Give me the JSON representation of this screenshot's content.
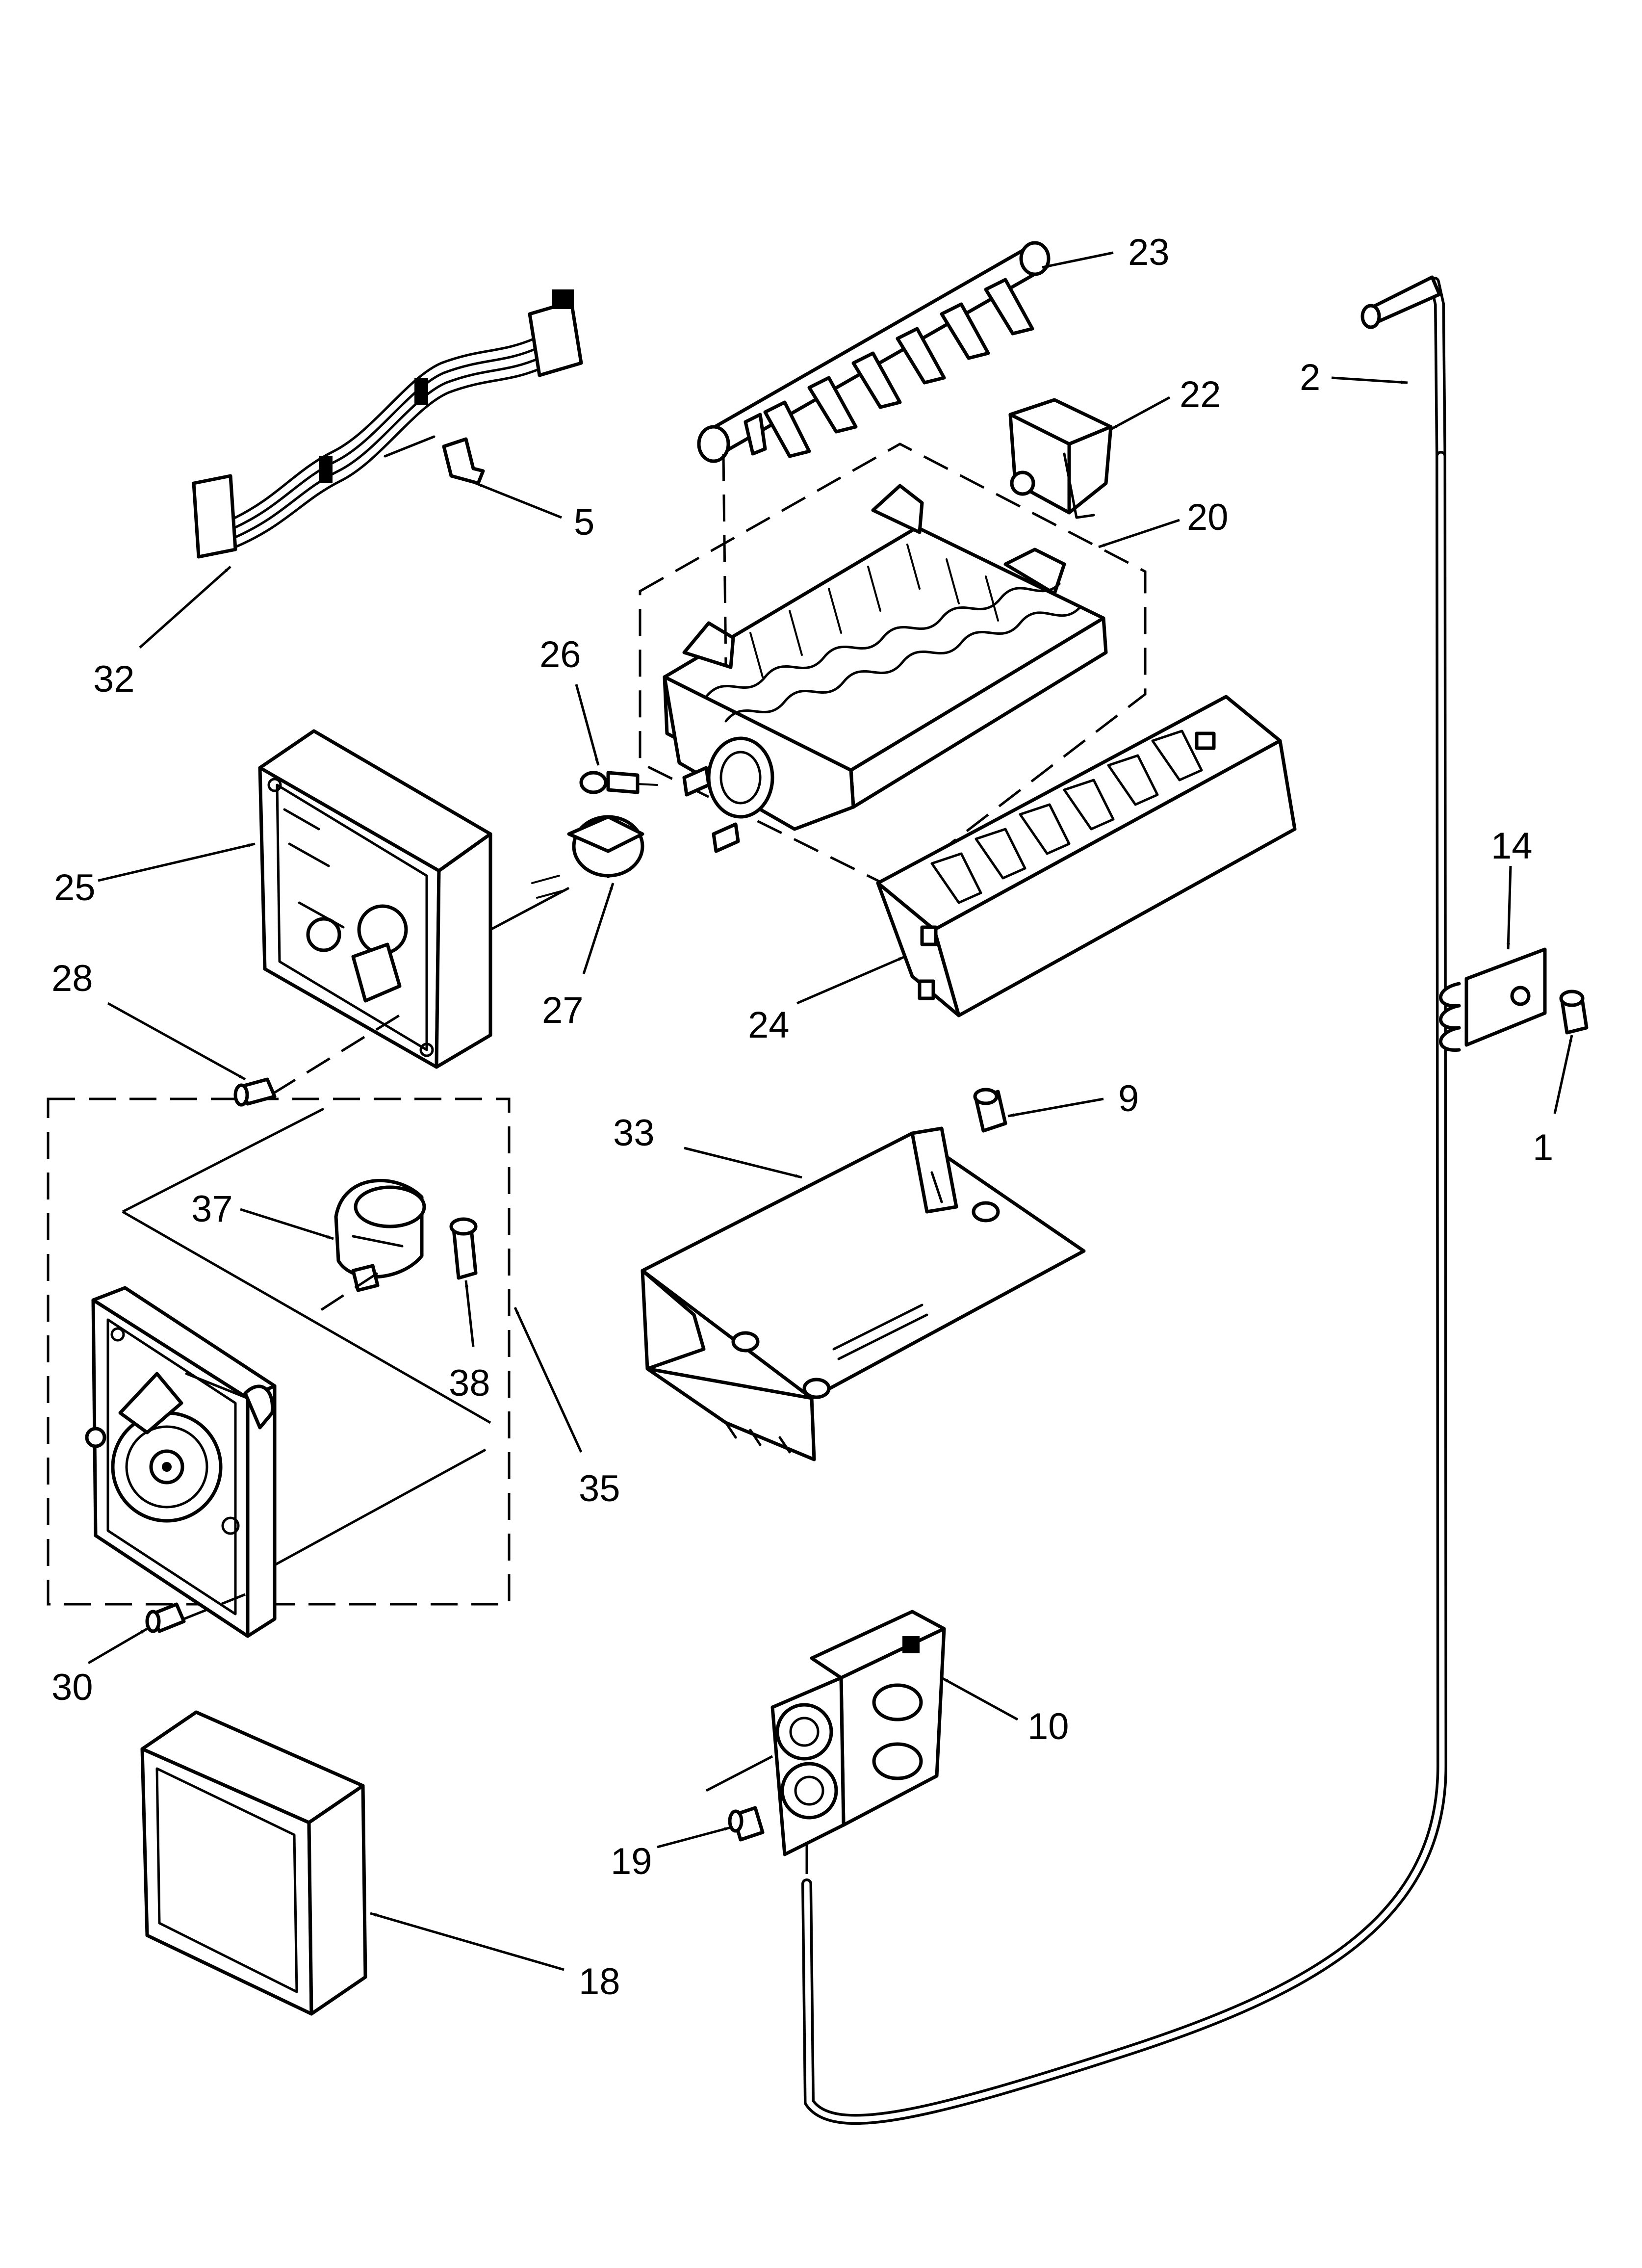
{
  "callouts": {
    "c1": "1",
    "c2": "2",
    "c5": "5",
    "c9": "9",
    "c10": "10",
    "c14": "14",
    "c18": "18",
    "c19": "19",
    "c20": "20",
    "c22": "22",
    "c23": "23",
    "c24": "24",
    "c25": "25",
    "c26": "26",
    "c27": "27",
    "c28": "28",
    "c30": "30",
    "c32": "32",
    "c33": "33",
    "c35": "35",
    "c37": "37",
    "c38": "38"
  }
}
